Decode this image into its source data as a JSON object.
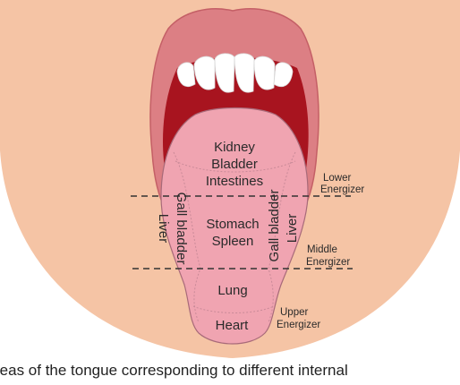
{
  "colors": {
    "face": "#f5c4a5",
    "lips": "#dc7f84",
    "lips_edge": "#c45f66",
    "mouth": "#a8141f",
    "teeth": "#ffffff",
    "tongue": "#f0a4b1",
    "tongue_edge": "#a86a79",
    "tongue_lines": "#c98a98",
    "dash": "#333333",
    "text": "#2a2a2a"
  },
  "zones": {
    "kidney": [
      "Kidney",
      "Bladder",
      "Intestines"
    ],
    "stomach": [
      "Stomach",
      "Spleen"
    ],
    "left_side": [
      "Gall bladder",
      "Liver"
    ],
    "right_side": [
      "Gall bladder",
      "Liver"
    ],
    "lung": "Lung",
    "heart": "Heart"
  },
  "energizers": {
    "lower": [
      "Lower",
      "Energizer"
    ],
    "middle": [
      "Middle",
      "Energizer"
    ],
    "upper": [
      "Upper",
      "Energizer"
    ]
  },
  "caption": "reas of the tongue corresponding to different internal"
}
